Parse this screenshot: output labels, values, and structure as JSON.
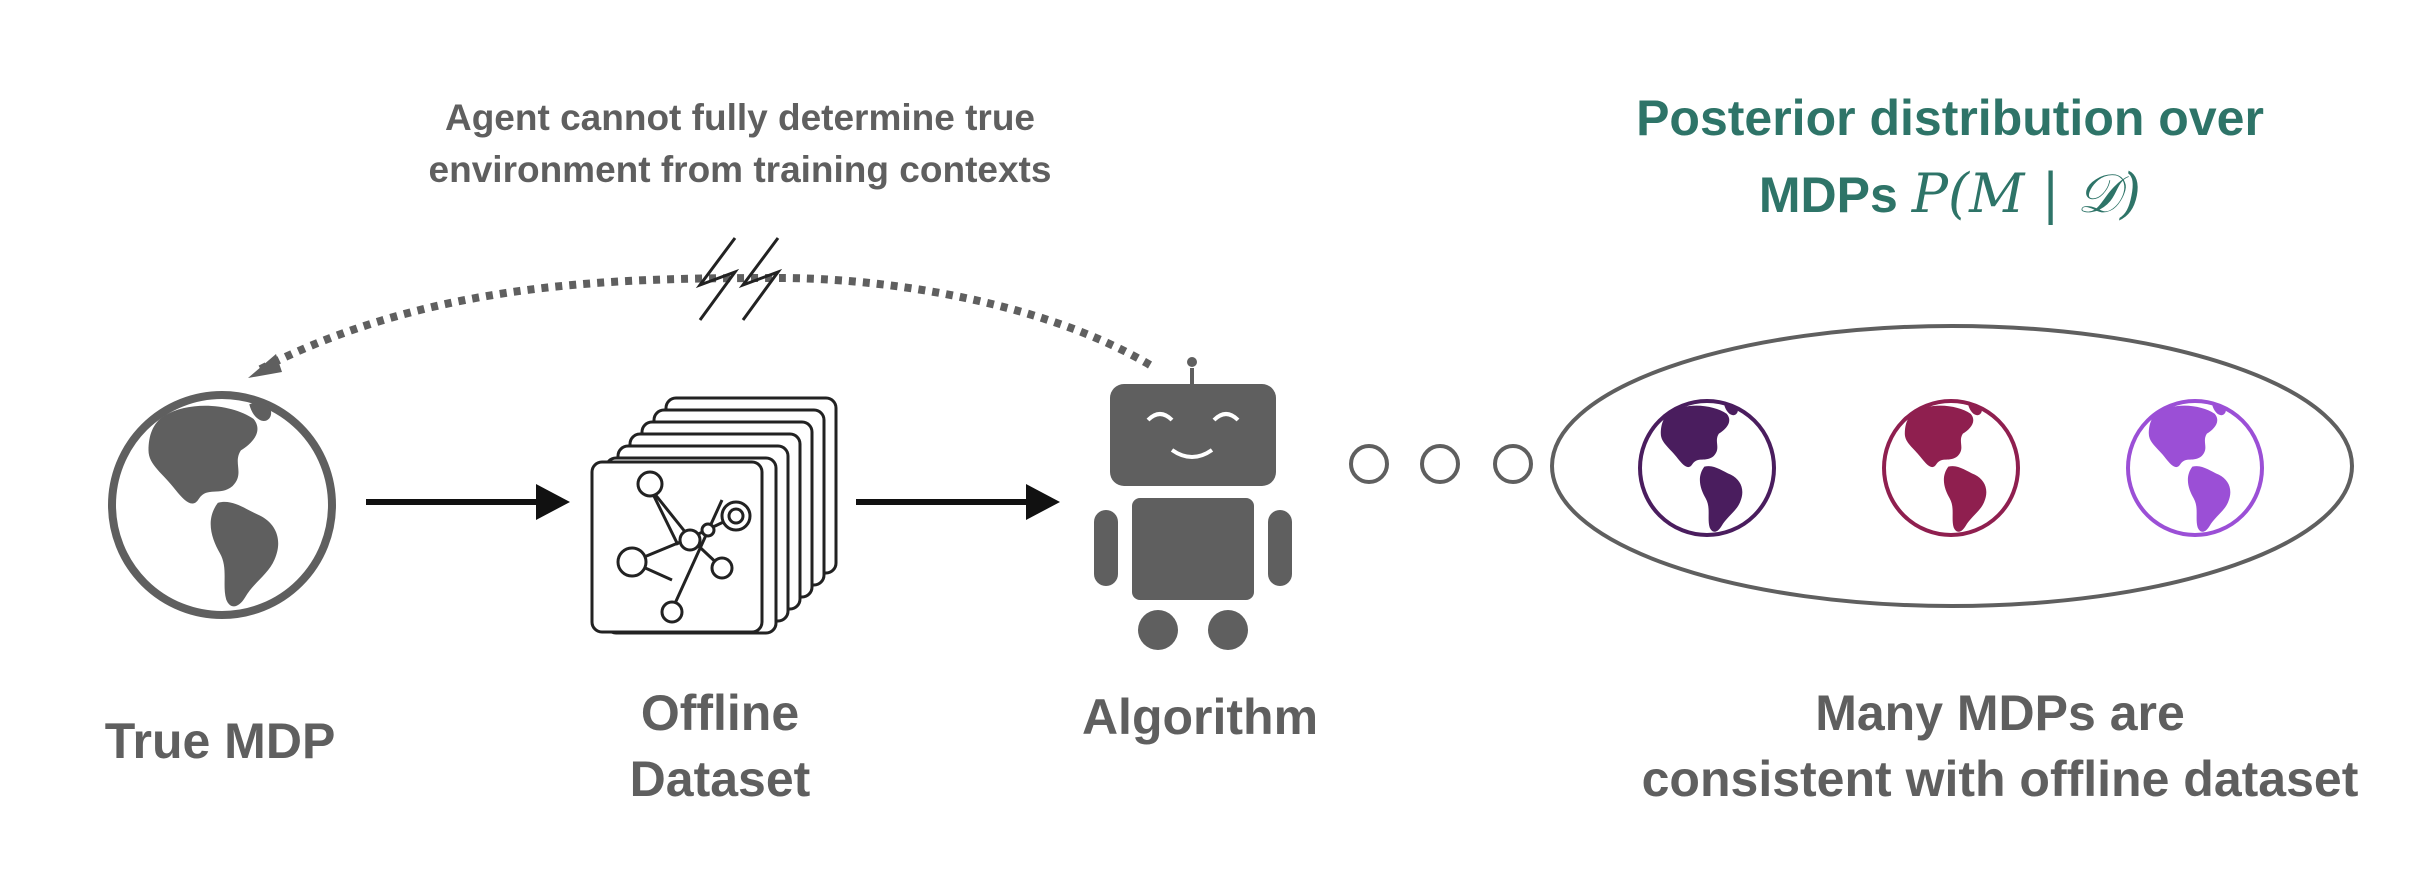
{
  "caption": {
    "line1": "Agent cannot fully determine true",
    "line2": "environment from training contexts"
  },
  "posterior": {
    "line1": "Posterior distribution over",
    "line2_prefix": "MDPs ",
    "line2_math": "P(M | 𝒟)"
  },
  "labels": {
    "true_mdp": "True MDP",
    "offline_line1": "Offline",
    "offline_line2": "Dataset",
    "algorithm": "Algorithm",
    "many_line1": "Many MDPs are",
    "many_line2": "consistent with offline dataset"
  },
  "icons": {
    "true_globe": "globe-icon",
    "dataset": "stacked-network-cards-icon",
    "agent": "robot-icon",
    "lightning": "lightning-bolt-icon"
  },
  "colors": {
    "gray": "#5f5f5f",
    "teal": "#2e7468",
    "globe1": "#4a1d5e",
    "globe2": "#8f1f4f",
    "globe3": "#9b4fd6"
  }
}
